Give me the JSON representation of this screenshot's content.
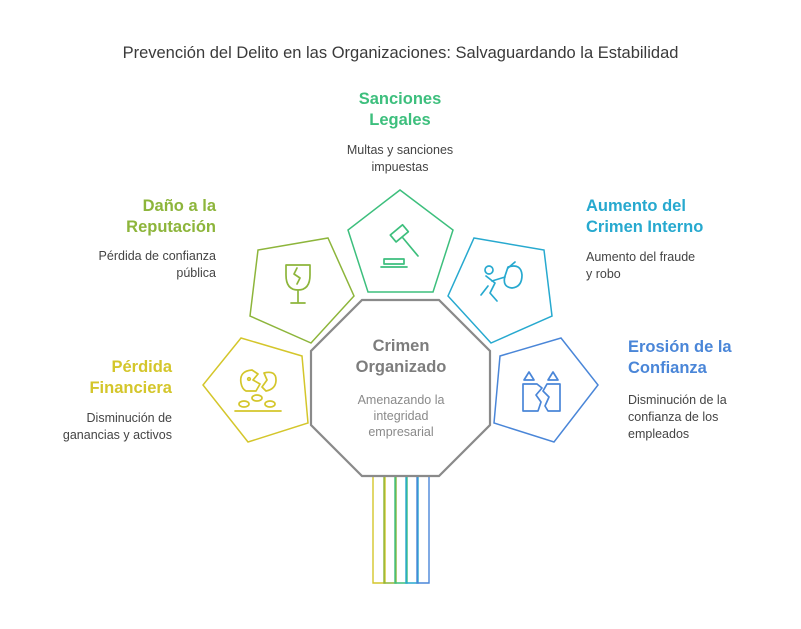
{
  "title": "Prevención del Delito en las Organizaciones: Salvaguardando la Estabilidad",
  "center": {
    "title_line1": "Crimen",
    "title_line2": "Organizado",
    "desc_line1": "Amenazando la",
    "desc_line2": "integridad",
    "desc_line3": "empresarial",
    "color": "#8a8a8a"
  },
  "nodes": {
    "sanciones": {
      "title_line1": "Sanciones",
      "title_line2": "Legales",
      "desc_line1": "Multas y sanciones",
      "desc_line2": "impuestas",
      "color": "#3dbf7d",
      "icon": "gavel-icon"
    },
    "reputacion": {
      "title_line1": "Daño a la",
      "title_line2": "Reputación",
      "desc_line1": "Pérdida de confianza",
      "desc_line2": "pública",
      "color": "#8db53b",
      "icon": "broken-glass-icon"
    },
    "financiera": {
      "title_line1": "Pérdida",
      "title_line2": "Financiera",
      "desc_line1": "Disminución de",
      "desc_line2": "ganancias y activos",
      "color": "#d4c62b",
      "icon": "broken-piggy-bank-icon"
    },
    "crimen_interno": {
      "title_line1": "Aumento del",
      "title_line2": "Crimen Interno",
      "desc_line1": "Aumento del fraude",
      "desc_line2": "y robo",
      "color": "#27a9cf",
      "icon": "thief-icon"
    },
    "confianza": {
      "title_line1": "Erosión de la",
      "title_line2": "Confianza",
      "desc_line1": "Disminución de la",
      "desc_line2": "confianza de los",
      "desc_line3": "empleados",
      "color": "#4a86d8",
      "icon": "broken-trust-icon"
    }
  }
}
